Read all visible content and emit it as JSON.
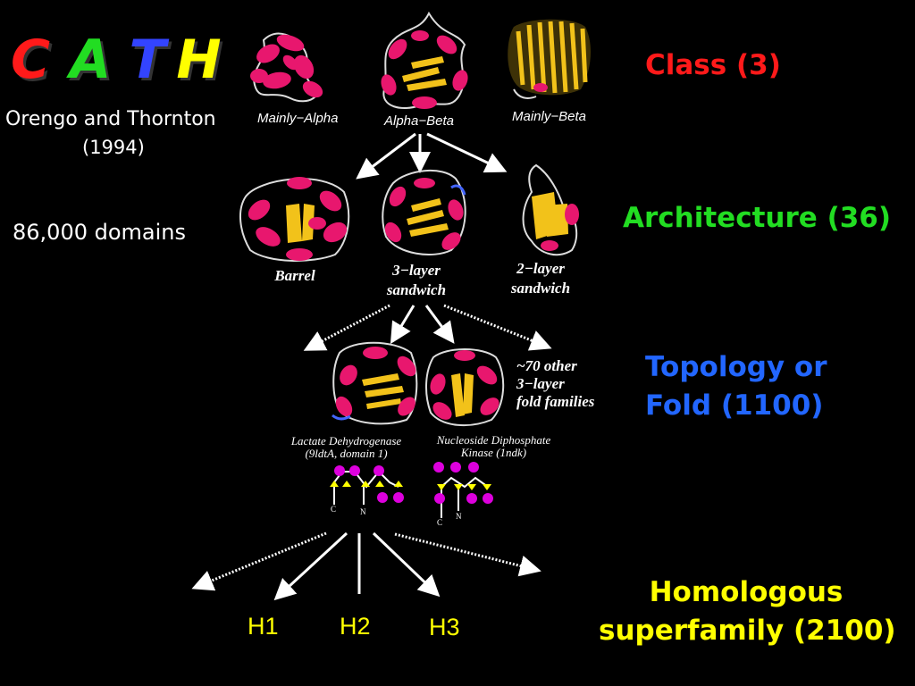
{
  "header": {
    "letters": [
      {
        "char": "C",
        "color": "#ff1a1a"
      },
      {
        "char": "A",
        "color": "#22dd22"
      },
      {
        "char": "T",
        "color": "#3344ff"
      },
      {
        "char": "H",
        "color": "#ffff00"
      }
    ],
    "authors": "Orengo and Thornton",
    "year": "(1994)",
    "domains": "86,000 domains"
  },
  "levels": {
    "class": "Class (3)",
    "architecture": "Architecture (36)",
    "topology_line1": "Topology or",
    "topology_line2": "Fold (1100)",
    "homologous_line1": "Homologous",
    "homologous_line2": "superfamily (2100)"
  },
  "colors": {
    "class": "#ff1a1a",
    "architecture": "#22dd22",
    "topology": "#2266ff",
    "homologous": "#ffff00",
    "helix": "#e8176e",
    "strand": "#f2c21a",
    "loop": "#dddddd"
  },
  "class_labels": [
    "Mainly−Alpha",
    "Alpha−Beta",
    "Mainly−Beta"
  ],
  "architecture_labels": {
    "barrel": "Barrel",
    "three_layer_1": "3−layer",
    "three_layer_2": "sandwich",
    "two_layer_1": "2−layer",
    "two_layer_2": "sandwich"
  },
  "topology_labels": {
    "other_1": "~70 other",
    "other_2": "3−layer",
    "other_3": "fold families",
    "ldh_1": "Lactate Dehydrogenase",
    "ldh_2": "(9ldtA, domain 1)",
    "ndk_1": "Nucleoside Diphosphate",
    "ndk_2": "Kinase (1ndk)",
    "c_label": "C",
    "n_label": "N"
  },
  "superfamilies": [
    "H1",
    "H2",
    "H3"
  ]
}
